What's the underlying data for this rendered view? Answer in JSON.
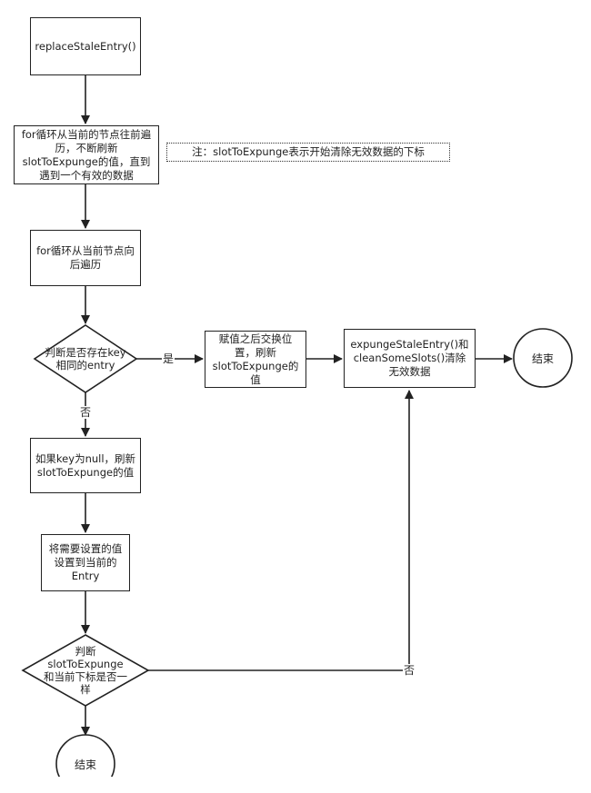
{
  "nodes": {
    "start": "replaceStaleEntry()",
    "loop_back": "for循环从当前的节点往前遍历，不断刷新slotToExpunge的值，直到遇到一个有效的数据",
    "note": "注：slotToExpunge表示开始清除无效数据的下标",
    "loop_forward": "for循环从当前节点向后遍历",
    "decision_key": "判断是否存在key相同的entry",
    "swap": "赋值之后交换位置，刷新slotToExpunge的值",
    "expunge": "expungeStaleEntry()和cleanSomeSlots()清除无效数据",
    "end_right": "结束",
    "null_key": "如果key为null，刷新slotToExpunge的值",
    "set_entry": "将需要设置的值设置到当前的Entry",
    "decision_slot": "判断slotToExpunge和当前下标是否一样",
    "end_bottom": "结束"
  },
  "edge_labels": {
    "yes": "是",
    "no_down": "否",
    "no_up": "否"
  }
}
